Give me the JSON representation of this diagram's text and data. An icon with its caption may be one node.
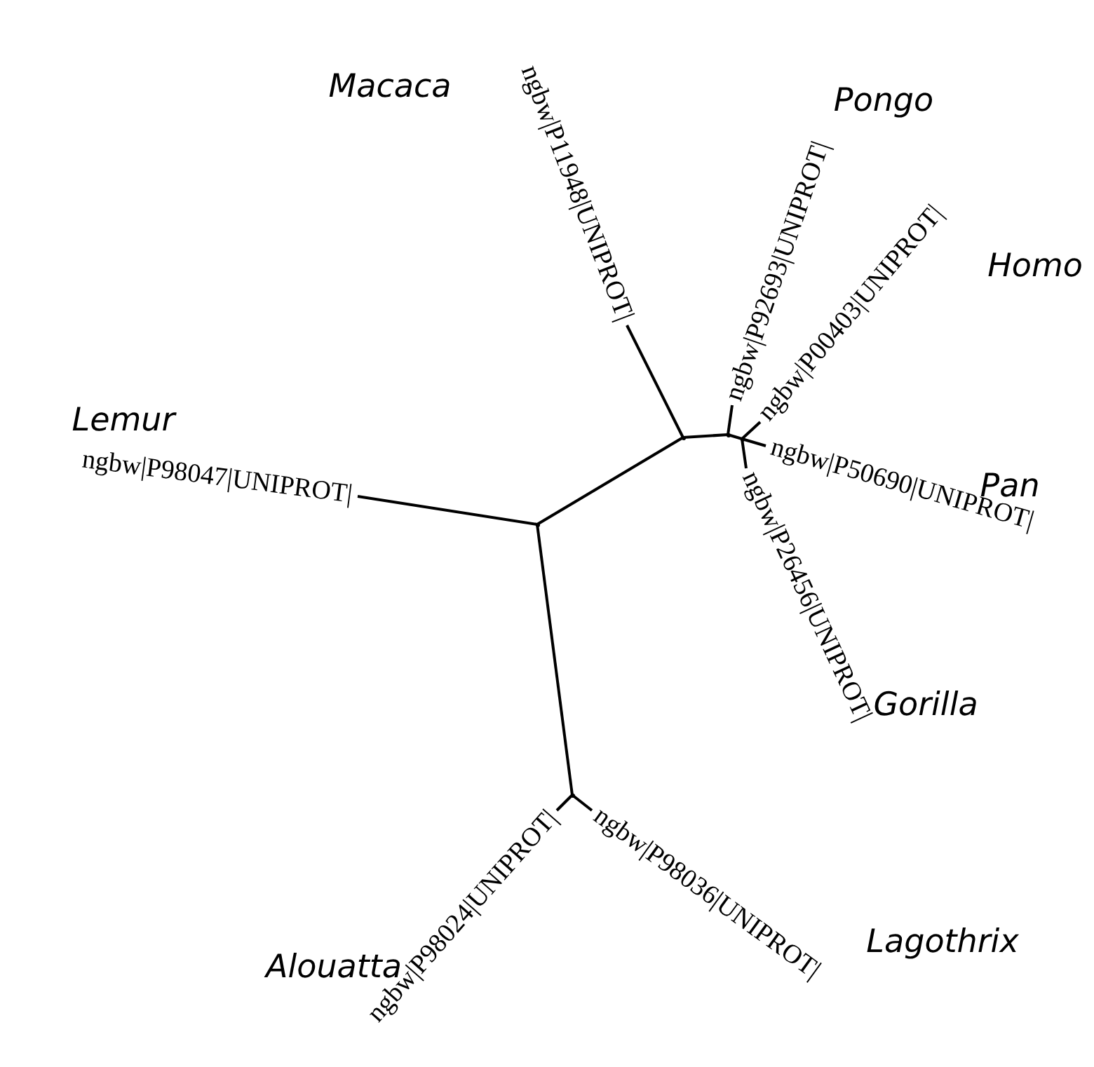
{
  "diagram": {
    "nodes": [
      {
        "text": [
          "ngbw|P11948|UNIPROT|"
        ],
        "beside": [
          "Macaca"
        ]
      },
      {
        "text": [
          "ngbw|P92693|UNIPROT|"
        ],
        "beside": [
          "Pongo"
        ]
      },
      {
        "text": [
          "ngbw|P00403|UNIPROT|"
        ],
        "beside": [
          "Homo"
        ]
      },
      {
        "text": [
          "ngbw|P98047|UNIPROT|"
        ],
        "beside": [
          "Lemur"
        ]
      },
      {
        "text": [
          "ngbw|P50690|UNIPROT|"
        ],
        "beside": [
          "Pan"
        ]
      },
      {
        "text": [
          "ngbw|P26456|UNIPROT|"
        ],
        "beside": [
          "Gorilla"
        ]
      },
      {
        "text": [
          "ngbw|P98024|UNIPROT|"
        ],
        "beside": [
          "Alouatta"
        ]
      },
      {
        "text": [
          "ngbw|P98036|UNIPROT|"
        ],
        "beside": [
          "Lagothrix"
        ]
      },
      {
        "text": [],
        "shape": "point"
      },
      {
        "text": [],
        "shape": "point"
      },
      {
        "text": [],
        "shape": "point"
      },
      {
        "text": [],
        "shape": "point"
      },
      {
        "text": [],
        "shape": "point"
      }
    ],
    "edges": [
      {
        "from": 8,
        "to": 3,
        "arrow": "none"
      },
      {
        "from": 8,
        "to": 10,
        "arrow": "none"
      },
      {
        "from": 8,
        "to": 9,
        "arrow": "none"
      },
      {
        "from": 10,
        "to": 0,
        "arrow": "none"
      },
      {
        "from": 10,
        "to": 11,
        "arrow": "none"
      },
      {
        "from": 11,
        "to": 1,
        "arrow": "none"
      },
      {
        "from": 11,
        "to": 12,
        "arrow": "none"
      },
      {
        "from": 12,
        "to": 2,
        "arrow": "none"
      },
      {
        "from": 12,
        "to": 4,
        "arrow": "none"
      },
      {
        "from": 12,
        "to": 5,
        "arrow": "none"
      },
      {
        "from": 9,
        "to": 6,
        "arrow": "none"
      },
      {
        "from": 9,
        "to": 7,
        "arrow": "none"
      }
    ]
  }
}
